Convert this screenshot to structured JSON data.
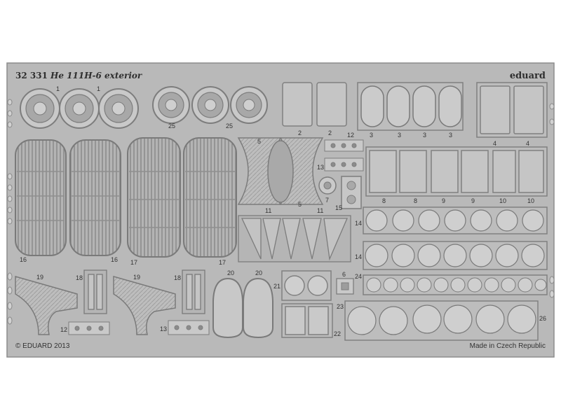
{
  "sheet": {
    "code": "32 331",
    "title": "He 111H-6 exterior",
    "brand": "eduard",
    "copyright": "© EDUARD 2013",
    "origin": "Made in Czech Republic"
  },
  "colors": {
    "background": "#ffffff",
    "metal": "#b9b9b9",
    "metal_dark": "#8c8c8c",
    "metal_light": "#d6d6d6",
    "text": "#333333"
  },
  "part_numbers": [
    "1",
    "1",
    "25",
    "25",
    "2",
    "2",
    "3",
    "3",
    "3",
    "3",
    "4",
    "4",
    "5",
    "5",
    "6",
    "7",
    "8",
    "8",
    "9",
    "9",
    "10",
    "10",
    "11",
    "11",
    "12",
    "12",
    "13",
    "13",
    "14",
    "14",
    "15",
    "16",
    "16",
    "17",
    "17",
    "18",
    "18",
    "19",
    "19",
    "20",
    "20",
    "21",
    "22",
    "23",
    "24",
    "26"
  ]
}
